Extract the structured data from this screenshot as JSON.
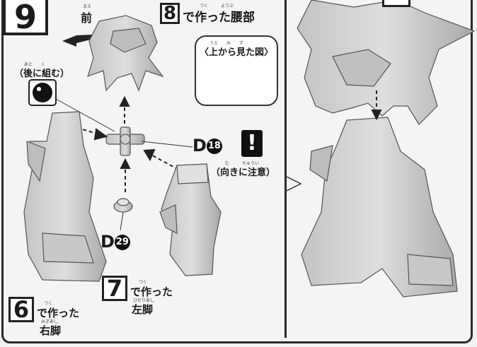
{
  "step": {
    "number": "9"
  },
  "front": {
    "ruby": "まえ",
    "label": "前"
  },
  "waist": {
    "badge": "8",
    "text": "で作った腰部",
    "ruby": "つく　　　ようぶ"
  },
  "top_view": {
    "label": "〈上から見た図〉",
    "ruby": "うえ　　み　　ず"
  },
  "assemble_later": {
    "label": "（後に組む）",
    "ruby": "あと　　く"
  },
  "part_d18": {
    "letter": "D",
    "number": "18"
  },
  "orientation_note": {
    "label": "（向きに注意）",
    "ruby": "む　　　ちゅうい",
    "icon_text": "!"
  },
  "part_d29": {
    "letter": "D",
    "number": "29"
  },
  "left_leg": {
    "badge": "7",
    "text": "で作った",
    "name": "左脚",
    "ruby_text": "つく",
    "ruby_name": "ひだりあし"
  },
  "right_leg": {
    "badge": "6",
    "text": "で作った",
    "name": "右脚",
    "ruby_text": "つく",
    "ruby_name": "みぎあし"
  },
  "right_panel_badge": {
    "badge": ""
  },
  "colors": {
    "ink": "#1a1a1a",
    "panel": "#f4f4f2",
    "part_fill": "#d4d4d2",
    "part_shade": "#a8a8a6"
  }
}
